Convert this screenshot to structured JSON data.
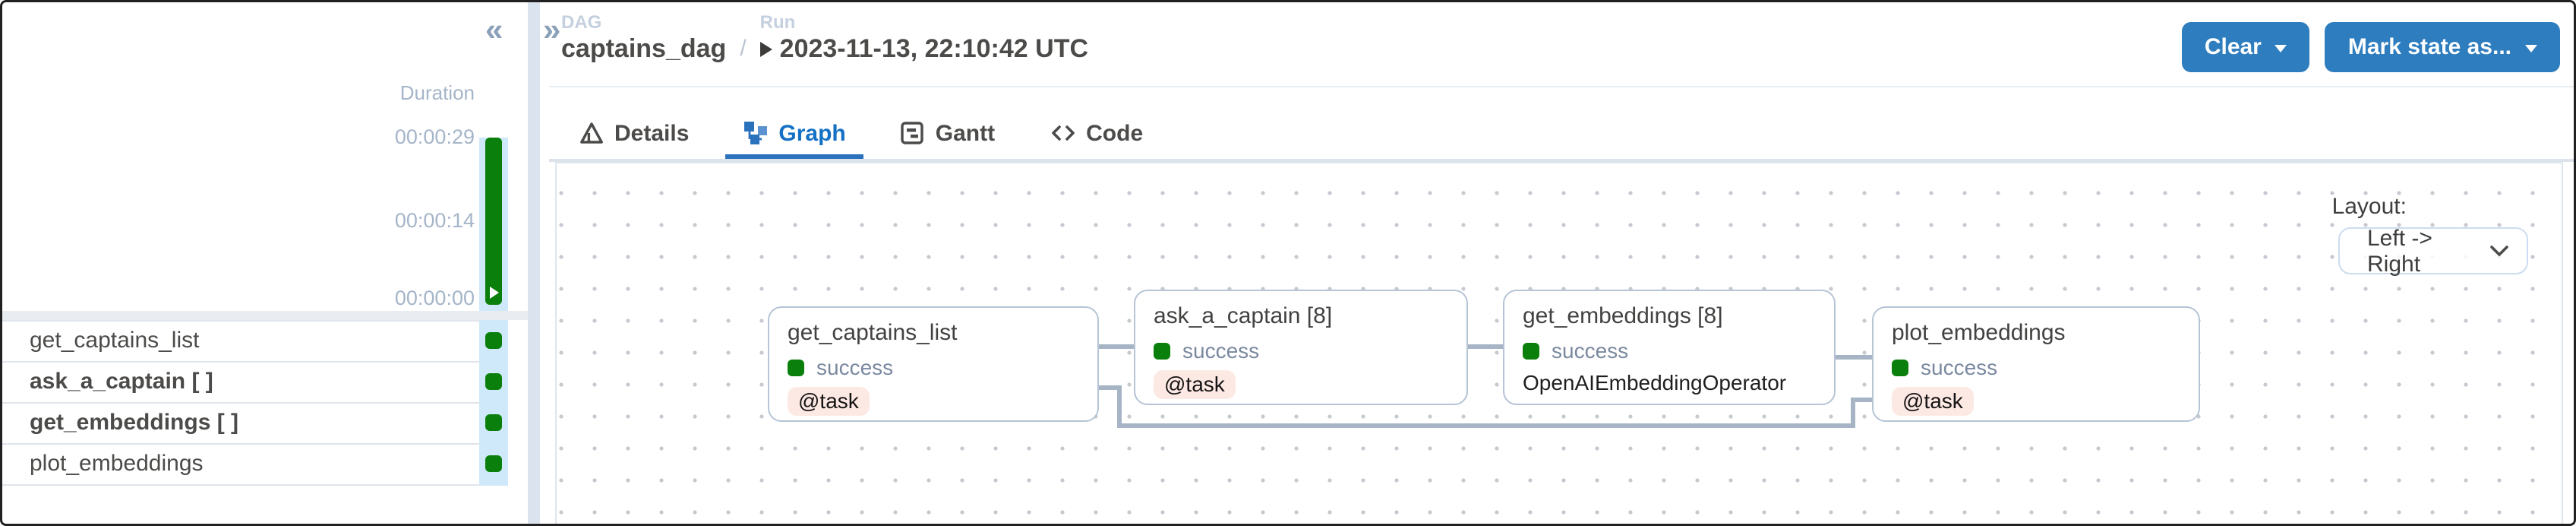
{
  "sidebar": {
    "collapse_icon": "«",
    "duration_label": "Duration",
    "ticks": [
      "00:00:29",
      "00:00:14",
      "00:00:00"
    ],
    "tasks": [
      {
        "name": "get_captains_list",
        "status": "success"
      },
      {
        "name": "ask_a_captain [ ]",
        "status": "success"
      },
      {
        "name": "get_embeddings [ ]",
        "status": "success"
      },
      {
        "name": "plot_embeddings",
        "status": "success"
      }
    ]
  },
  "header": {
    "expand_icon": "»",
    "crumb": {
      "dag_label": "DAG",
      "dag_name": "captains_dag",
      "separator": "/",
      "run_label": "Run",
      "run_value": "2023-11-13, 22:10:42 UTC"
    },
    "buttons": [
      {
        "label": "Clear"
      },
      {
        "label": "Mark state as..."
      }
    ]
  },
  "tabs": [
    {
      "label": "Details",
      "icon": "details-icon",
      "active": false
    },
    {
      "label": "Graph",
      "icon": "graph-icon",
      "active": true
    },
    {
      "label": "Gantt",
      "icon": "gantt-icon",
      "active": false
    },
    {
      "label": "Code",
      "icon": "code-icon",
      "active": false
    }
  ],
  "graph": {
    "layout_label": "Layout:",
    "layout_value": "Left -> Right",
    "nodes": [
      {
        "title": "get_captains_list",
        "status": "success",
        "badge": "@task"
      },
      {
        "title": "ask_a_captain [8]",
        "status": "success",
        "badge": "@task"
      },
      {
        "title": "get_embeddings [8]",
        "status": "success",
        "operator": "OpenAIEmbeddingOperator"
      },
      {
        "title": "plot_embeddings",
        "status": "success",
        "badge": "@task"
      }
    ]
  },
  "colors": {
    "primary_blue": "#2e7dbf",
    "active_tab_blue": "#1470c4",
    "success_green": "#0b7f0b",
    "task_badge_bg": "#fde9e4",
    "edge_gray": "#a6b4c6"
  }
}
